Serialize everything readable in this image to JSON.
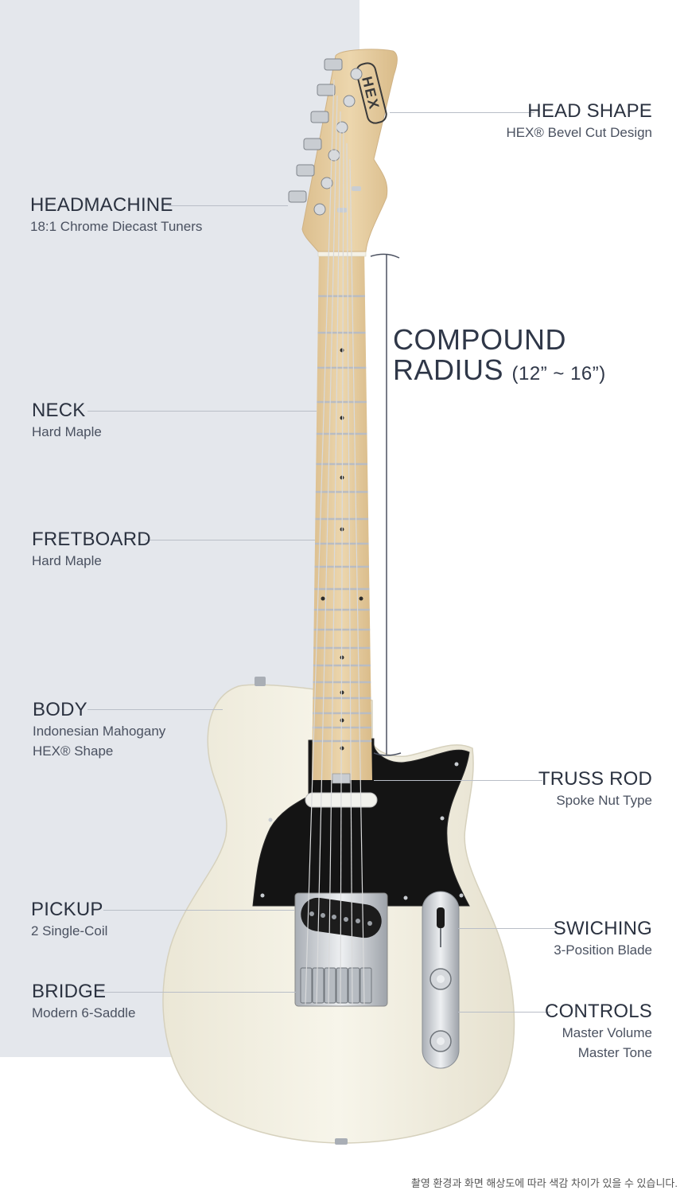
{
  "specs": {
    "head_shape": {
      "title": "HEAD SHAPE",
      "line1": "HEX® Bevel Cut Design"
    },
    "headmachine": {
      "title": "HEADMACHINE",
      "line1": "18:1 Chrome Diecast Tuners"
    },
    "compound": {
      "title1": "COMPOUND",
      "title2": "RADIUS",
      "value": "(12” ~ 16”)"
    },
    "neck": {
      "title": "NECK",
      "line1": "Hard Maple"
    },
    "fretboard": {
      "title": "FRETBOARD",
      "line1": "Hard Maple"
    },
    "body": {
      "title": "BODY",
      "line1": "Indonesian Mahogany",
      "line2": "HEX® Shape"
    },
    "truss_rod": {
      "title": "TRUSS ROD",
      "line1": "Spoke Nut Type"
    },
    "pickup": {
      "title": "PICKUP",
      "line1": "2 Single-Coil"
    },
    "switching": {
      "title": "SWICHING",
      "line1": "3-Position Blade"
    },
    "bridge": {
      "title": "BRIDGE",
      "line1": "Modern 6-Saddle"
    },
    "controls": {
      "title": "CONTROLS",
      "line1": "Master Volume",
      "line2": "Master Tone"
    }
  },
  "headstock_logo": "HEX",
  "disclaimer": "촬영 환경과 화면 해상도에 따라 색감 차이가 있을 수 있습니다.",
  "colors": {
    "panel": "#e4e7ec",
    "body": "#f3f0e2",
    "pickguard": "#141414",
    "maple": "#e8cfa2",
    "chrome": "#c9cdd2",
    "text": "#2b3240"
  }
}
